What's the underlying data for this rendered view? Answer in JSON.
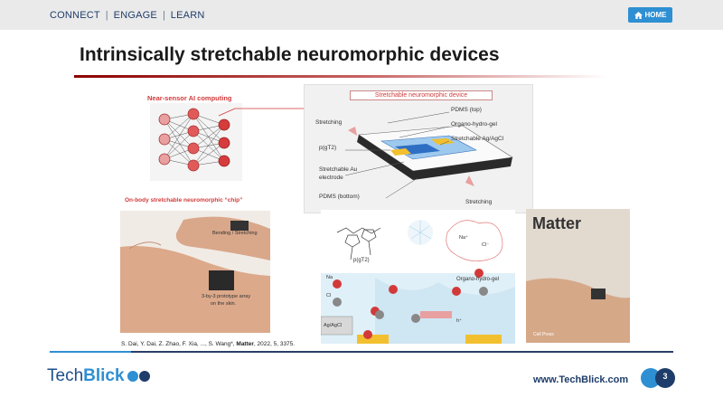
{
  "nav": {
    "items": [
      "CONNECT",
      "ENGAGE",
      "LEARN"
    ],
    "home_label": "HOME"
  },
  "slide": {
    "title": "Intrinsically stretchable neuromorphic devices",
    "page_number": "3"
  },
  "figure": {
    "near_sensor_label": "Near-sensor AI computing",
    "onbody_label": "On-body stretchable neuromorphic “chip”",
    "device_title": "Stretchable neuromorphic device",
    "device_labels": {
      "pdms_top": "PDMS (top)",
      "organo_hydro_gel": "Organo-hydro-gel",
      "stretchable_ag": "Stretchable Ag/AgCl",
      "stretching_left": "Stretching",
      "pgt2": "p(gT2)",
      "stretchable_au": "Stretchable Au",
      "electrode": "electrode",
      "pdms_bottom": "PDMS (bottom)",
      "stretching_right": "Stretching"
    },
    "hand_labels": {
      "bending": "Bending / Stretching",
      "array_line1": "3-by-3 prototype array",
      "array_line2": "on the skin."
    },
    "chem_labels": {
      "pgt2": "p(gT2)",
      "organo": "Organo-hydro-gel",
      "na": "Na",
      "cl": "Cl",
      "agagcl": "Ag/AgCl",
      "h_plus": "h⁺",
      "na_plus": "Na⁺",
      "cl_minus": "Cl⁻"
    },
    "matter_title": "Matter",
    "matter_publisher": "Cell Press"
  },
  "citation": {
    "prefix": "S. Dai, Y. Dai, Z. Zhao, F. Xia, ..., S. Wang*, ",
    "journal": "Matter",
    "suffix": ", 2022, 5, 3375."
  },
  "footer": {
    "logo_part1": "Tech",
    "logo_part2": "Blick",
    "website": "www.TechBlick.com"
  },
  "colors": {
    "accent_blue": "#2e8fd3",
    "navy": "#1f3d6a",
    "title_rule": "#8b0000",
    "neuron_red": "#e05a5a"
  }
}
